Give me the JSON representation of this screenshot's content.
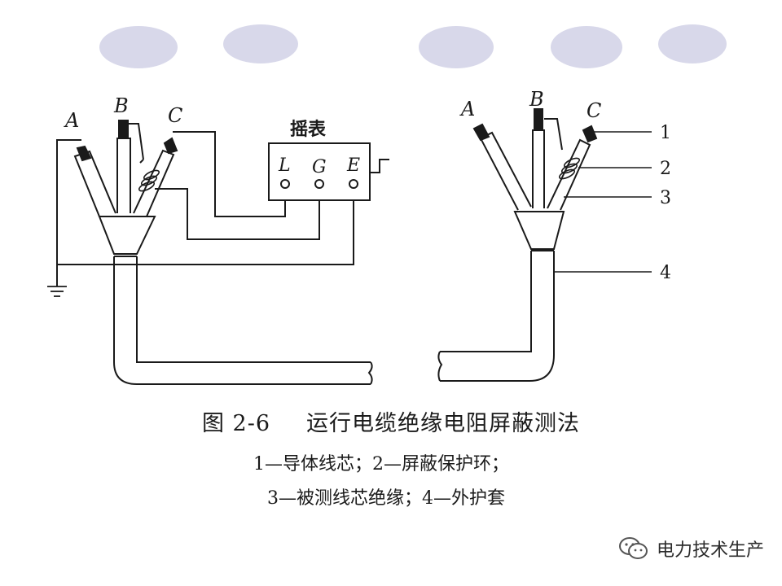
{
  "header": {
    "decor_color": "#d8d8ea"
  },
  "left_diagram": {
    "core_labels": [
      "A",
      "B",
      "C"
    ],
    "meter": {
      "title": "摇表",
      "terminals": [
        "L",
        "G",
        "E"
      ]
    }
  },
  "right_diagram": {
    "core_labels": [
      "A",
      "B",
      "C"
    ],
    "callouts": [
      "1",
      "2",
      "3",
      "4"
    ]
  },
  "caption": {
    "figure_number": "图 2-6",
    "title": "运行电缆绝缘电阻屏蔽测法",
    "legend_line1": "1—导体线芯；2—屏蔽保护环；",
    "legend_line2": "3—被测线芯绝缘；4—外护套"
  },
  "watermark": {
    "text": "电力技术生产",
    "icon": "wechat-icon"
  }
}
